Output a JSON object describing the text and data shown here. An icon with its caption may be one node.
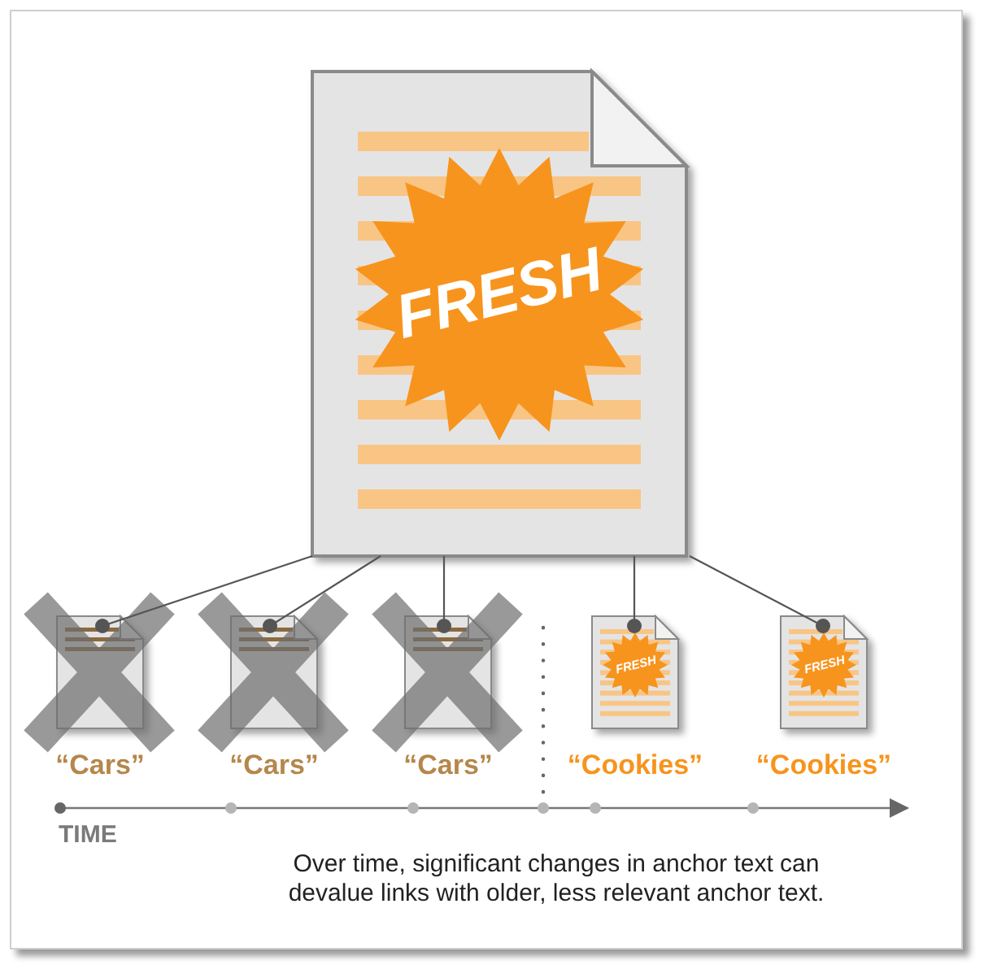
{
  "diagram": {
    "caption": "Over time, significant changes in anchor text can devalue links with older, less relevant anchor text.",
    "nodes": [
      {
        "text": [
          "FRESH"
        ]
      },
      {
        "text": [],
        "shape": "document",
        "beside": [
          "“Cars”"
        ]
      },
      {
        "text": [],
        "shape": "document",
        "beside": [
          "“Cars”"
        ]
      },
      {
        "text": [],
        "shape": "document",
        "beside": [
          "“Cars”"
        ]
      },
      {
        "text": [
          "FRESH"
        ],
        "beside": [
          "“Cookies”"
        ]
      },
      {
        "text": [
          "FRESH"
        ],
        "beside": [
          "“Cookies”"
        ]
      }
    ],
    "edges": [
      {
        "from": 0,
        "to": 1,
        "arrow": "other"
      },
      {
        "from": 0,
        "to": 2,
        "arrow": "other"
      },
      {
        "from": 0,
        "to": 3,
        "arrow": "other"
      },
      {
        "from": 0,
        "to": 4,
        "arrow": "other"
      },
      {
        "from": 0,
        "to": 5,
        "arrow": "other"
      }
    ],
    "labels": [
      "TIME"
    ]
  }
}
